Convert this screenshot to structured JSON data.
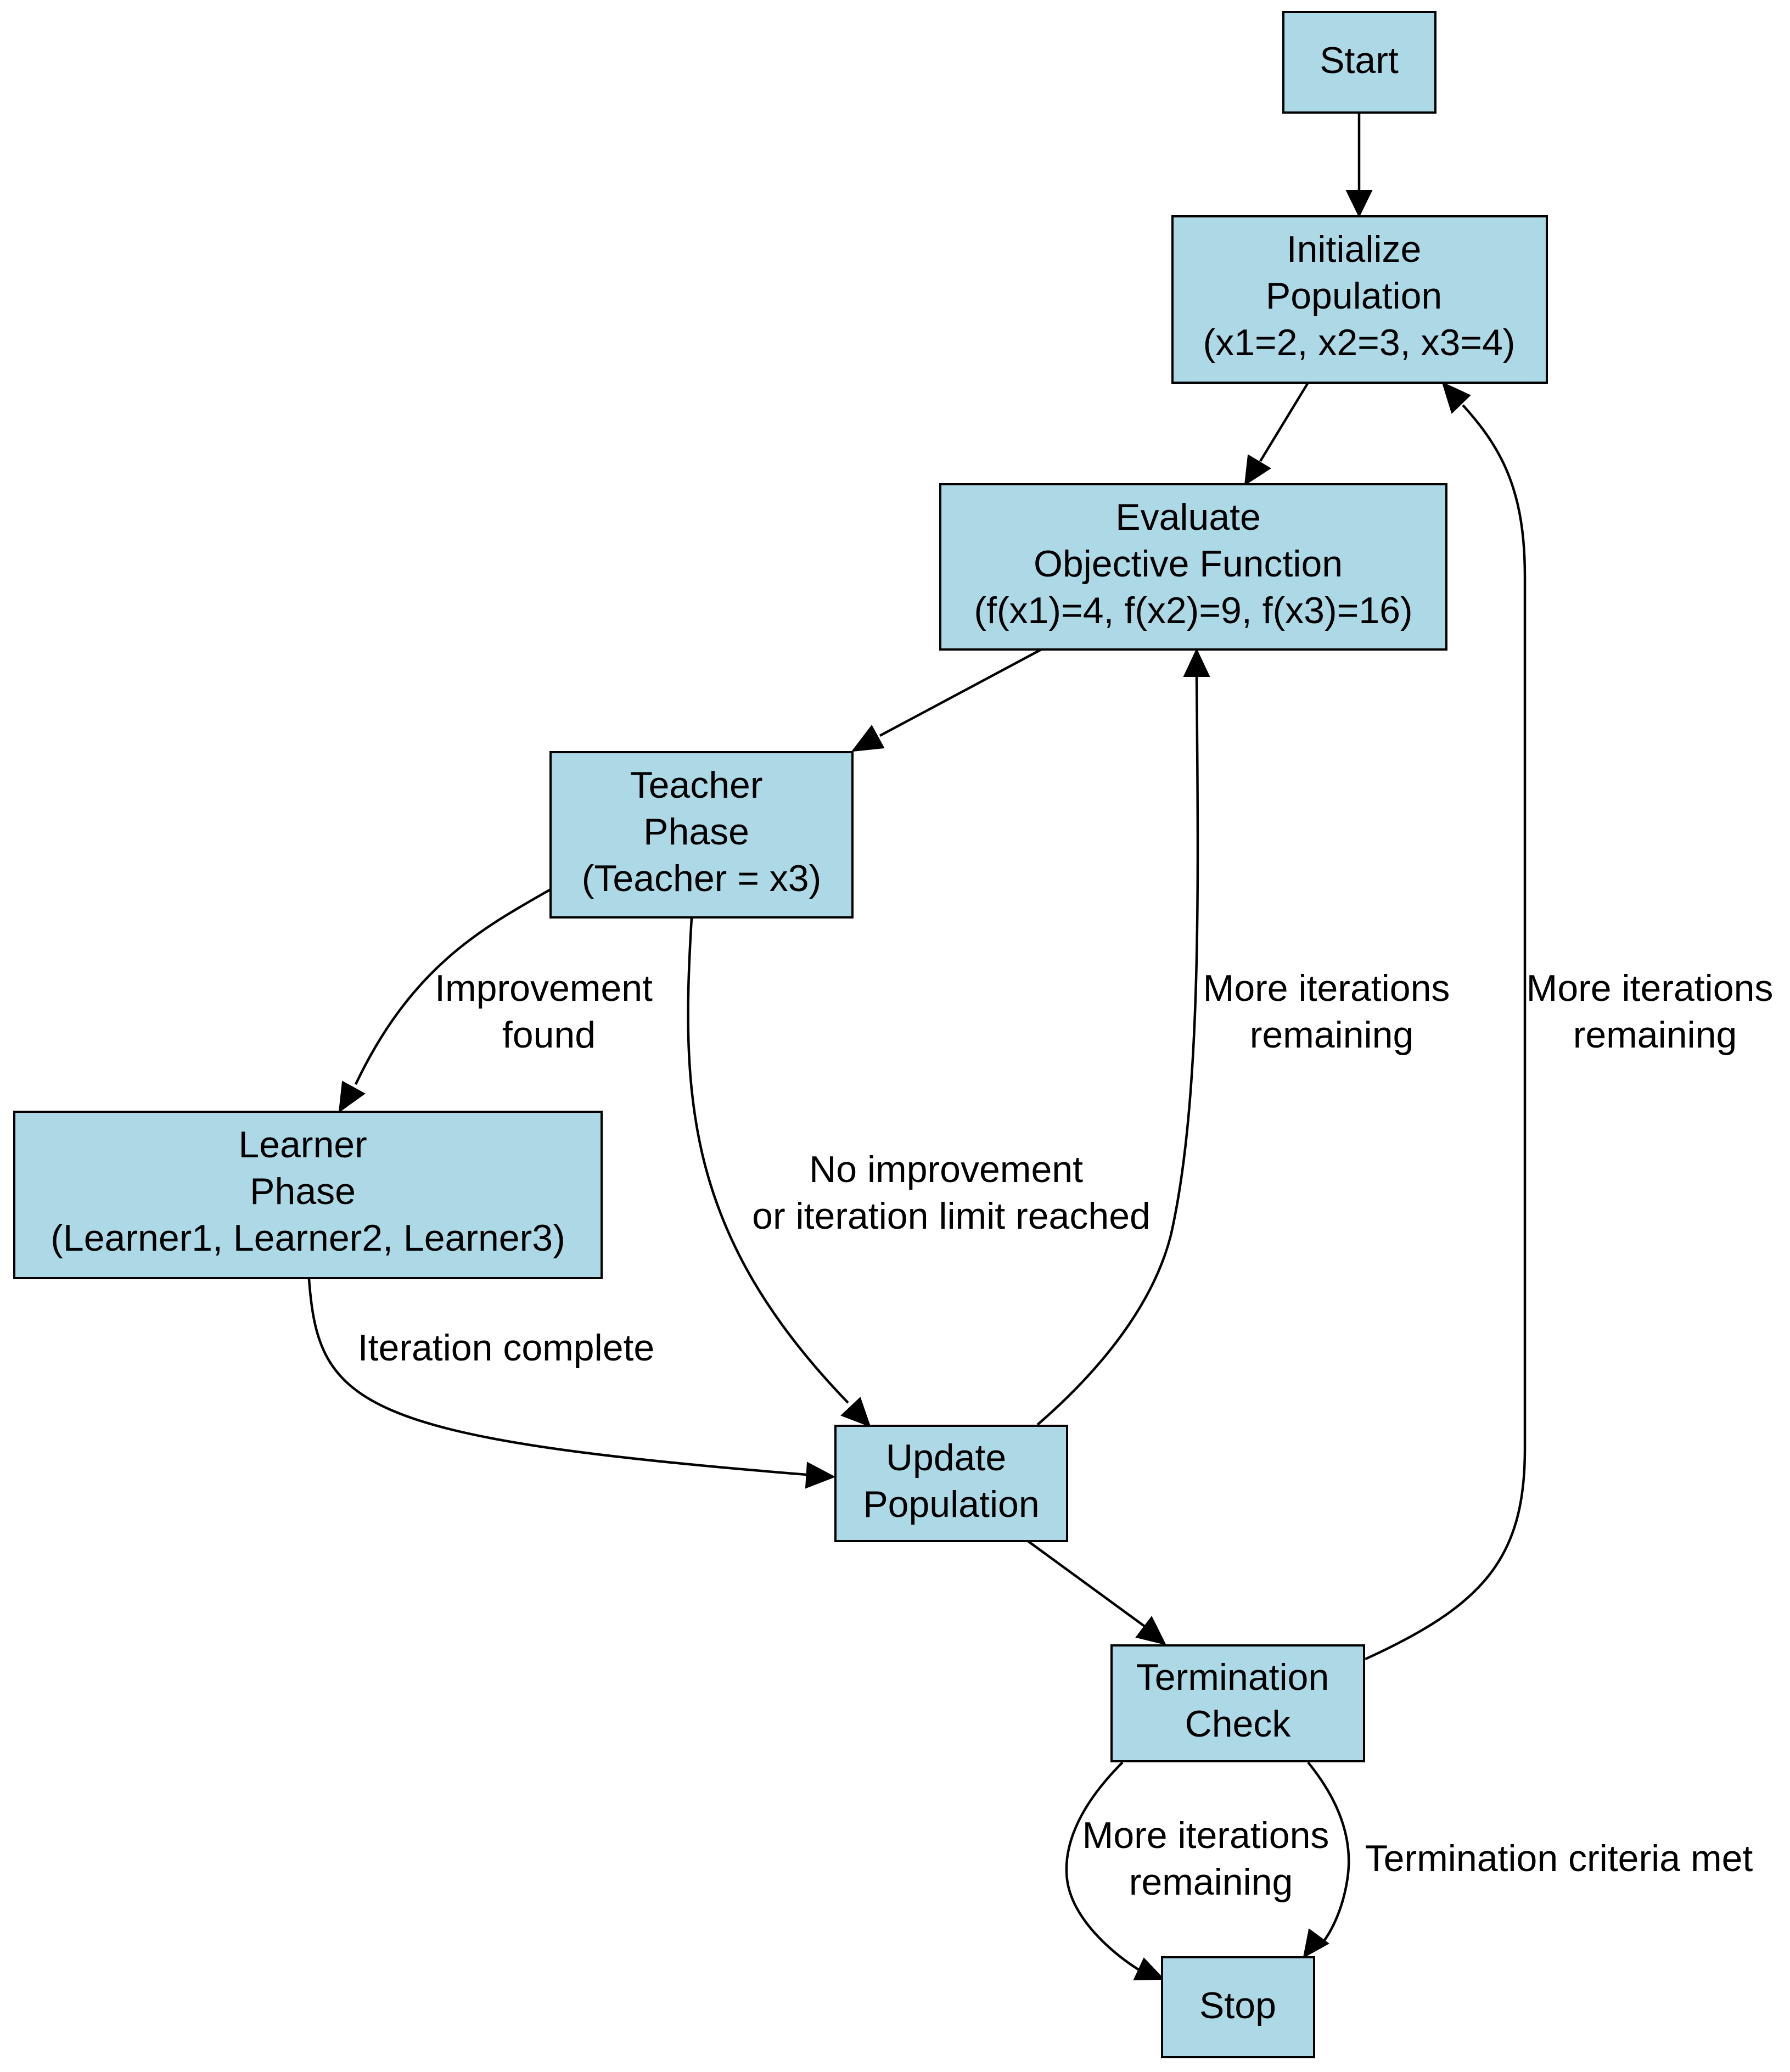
{
  "colors": {
    "node_fill": "#ADD8E6",
    "stroke": "#000000",
    "background": "#FFFFFF"
  },
  "nodes": {
    "start": {
      "lines": [
        "Start"
      ]
    },
    "init": {
      "lines": [
        "Initialize",
        "Population",
        "(x1=2, x2=3, x3=4)"
      ]
    },
    "evaluate": {
      "lines": [
        "Evaluate",
        "Objective Function",
        "(f(x1)=4, f(x2)=9, f(x3)=16)"
      ]
    },
    "teacher": {
      "lines": [
        "Teacher",
        "Phase",
        "(Teacher = x3)"
      ]
    },
    "learner": {
      "lines": [
        "Learner",
        "Phase",
        "(Learner1, Learner2, Learner3)"
      ]
    },
    "update": {
      "lines": [
        "Update",
        "Population"
      ]
    },
    "termination": {
      "lines": [
        "Termination",
        "Check"
      ]
    },
    "stop": {
      "lines": [
        "Stop"
      ]
    }
  },
  "edges": {
    "start_init": {
      "lines": []
    },
    "init_evaluate": {
      "lines": []
    },
    "evaluate_teacher": {
      "lines": []
    },
    "teacher_learner": {
      "lines": [
        "Improvement",
        "found"
      ]
    },
    "teacher_update": {
      "lines": [
        "No improvement",
        "or iteration limit reached"
      ]
    },
    "learner_update": {
      "lines": [
        "Iteration complete"
      ]
    },
    "update_evaluate": {
      "lines": [
        "More iterations",
        "remaining"
      ]
    },
    "update_termination": {
      "lines": []
    },
    "termination_init": {
      "lines": [
        "More iterations",
        "remaining"
      ]
    },
    "termination_stop_left": {
      "lines": [
        "More iterations",
        "remaining"
      ]
    },
    "termination_stop_right": {
      "lines": [
        "Termination criteria met"
      ]
    }
  }
}
